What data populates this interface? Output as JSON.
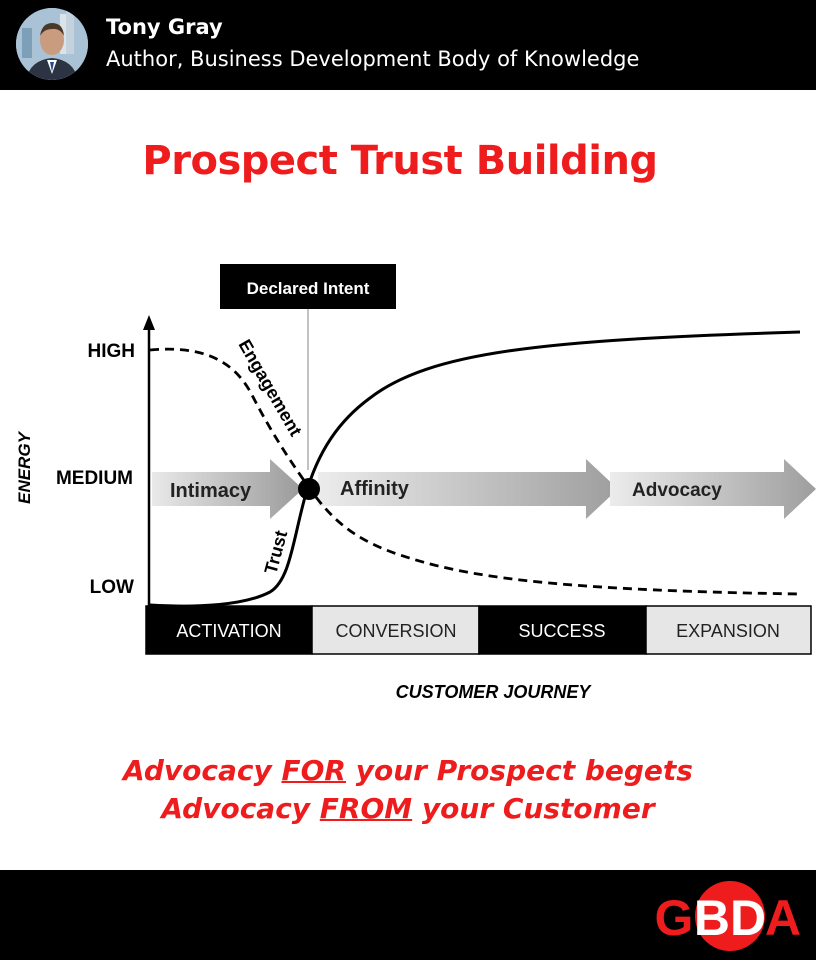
{
  "header": {
    "name": "Tony Gray",
    "role": "Author, Business Development Body of Knowledge"
  },
  "title": "Prospect Trust Building",
  "diagram": {
    "callout": "Declared Intent",
    "y_axis_label": "ENERGY",
    "levels": [
      "HIGH",
      "MEDIUM",
      "LOW"
    ],
    "curves": {
      "rising": "Trust",
      "falling": "Engagement"
    },
    "arrows": [
      "Intimacy",
      "Affinity",
      "Advocacy"
    ],
    "stages": [
      {
        "label": "ACTIVATION",
        "fill": "#000000",
        "text_color": "#ffffff"
      },
      {
        "label": "CONVERSION",
        "fill": "#e6e6e6",
        "text_color": "#222222"
      },
      {
        "label": "SUCCESS",
        "fill": "#000000",
        "text_color": "#ffffff"
      },
      {
        "label": "EXPANSION",
        "fill": "#e6e6e6",
        "text_color": "#222222"
      }
    ],
    "x_axis_label": "CUSTOMER JOURNEY"
  },
  "tagline": {
    "line1_pre": "Advocacy ",
    "line1_emph": "FOR",
    "line1_post": " your Prospect begets",
    "line2_pre": "Advocacy ",
    "line2_emph": "FROM",
    "line2_post": " your Customer"
  },
  "logo": {
    "text_left": "G",
    "text_circle": "BD",
    "text_right": "A",
    "color": "#ee1c1c"
  },
  "colors": {
    "accent": "#ee1c1c",
    "bar": "#000000"
  }
}
